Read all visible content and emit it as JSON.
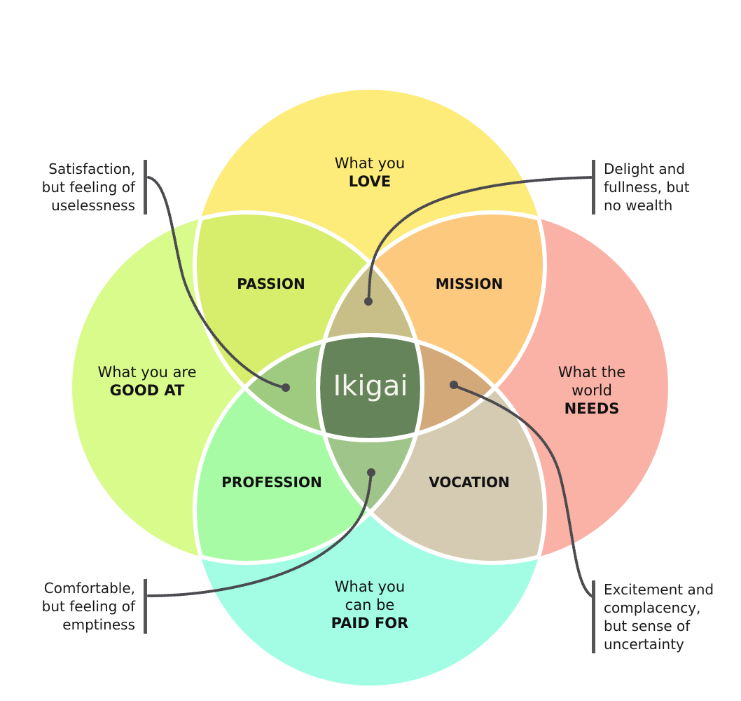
{
  "circles": {
    "love": {
      "line1": "What you",
      "line2": "LOVE",
      "color": "#fdeb7a"
    },
    "good_at": {
      "line1": "What you are",
      "line2": "GOOD AT",
      "color": "#d8fb8c"
    },
    "needs": {
      "line1": "What the",
      "line1b": "world",
      "line2": "NEEDS",
      "color": "#fbb2a6"
    },
    "paid_for": {
      "line1": "What you",
      "line1b": "can be",
      "line2": "PAID FOR",
      "color": "#a2fde4"
    }
  },
  "regions": {
    "passion": {
      "label": "PASSION",
      "color": "#d7ed6c"
    },
    "mission": {
      "label": "MISSION",
      "color": "#fcc97e"
    },
    "profession": {
      "label": "PROFESSION",
      "color": "#a7fba5"
    },
    "vocation": {
      "label": "VOCATION",
      "color": "#d5cbb2"
    }
  },
  "triples": {
    "top": "#c8be88",
    "left": "#9ecb7f",
    "right": "#d4a97a",
    "bottom": "#a0c58a"
  },
  "center": {
    "label": "Ikigai",
    "color": "#66845a"
  },
  "callouts": {
    "top_left": [
      "Satisfaction,",
      "but feeling of",
      "uselessness"
    ],
    "top_right": [
      "Delight and",
      "fullness, but",
      "no wealth"
    ],
    "bottom_left": [
      "Comfortable,",
      "but feeling of",
      "emptiness"
    ],
    "bottom_right": [
      "Excitement and",
      "complacency,",
      "but sense of",
      "uncertainty"
    ]
  },
  "connector_color": "#4a4a4f"
}
